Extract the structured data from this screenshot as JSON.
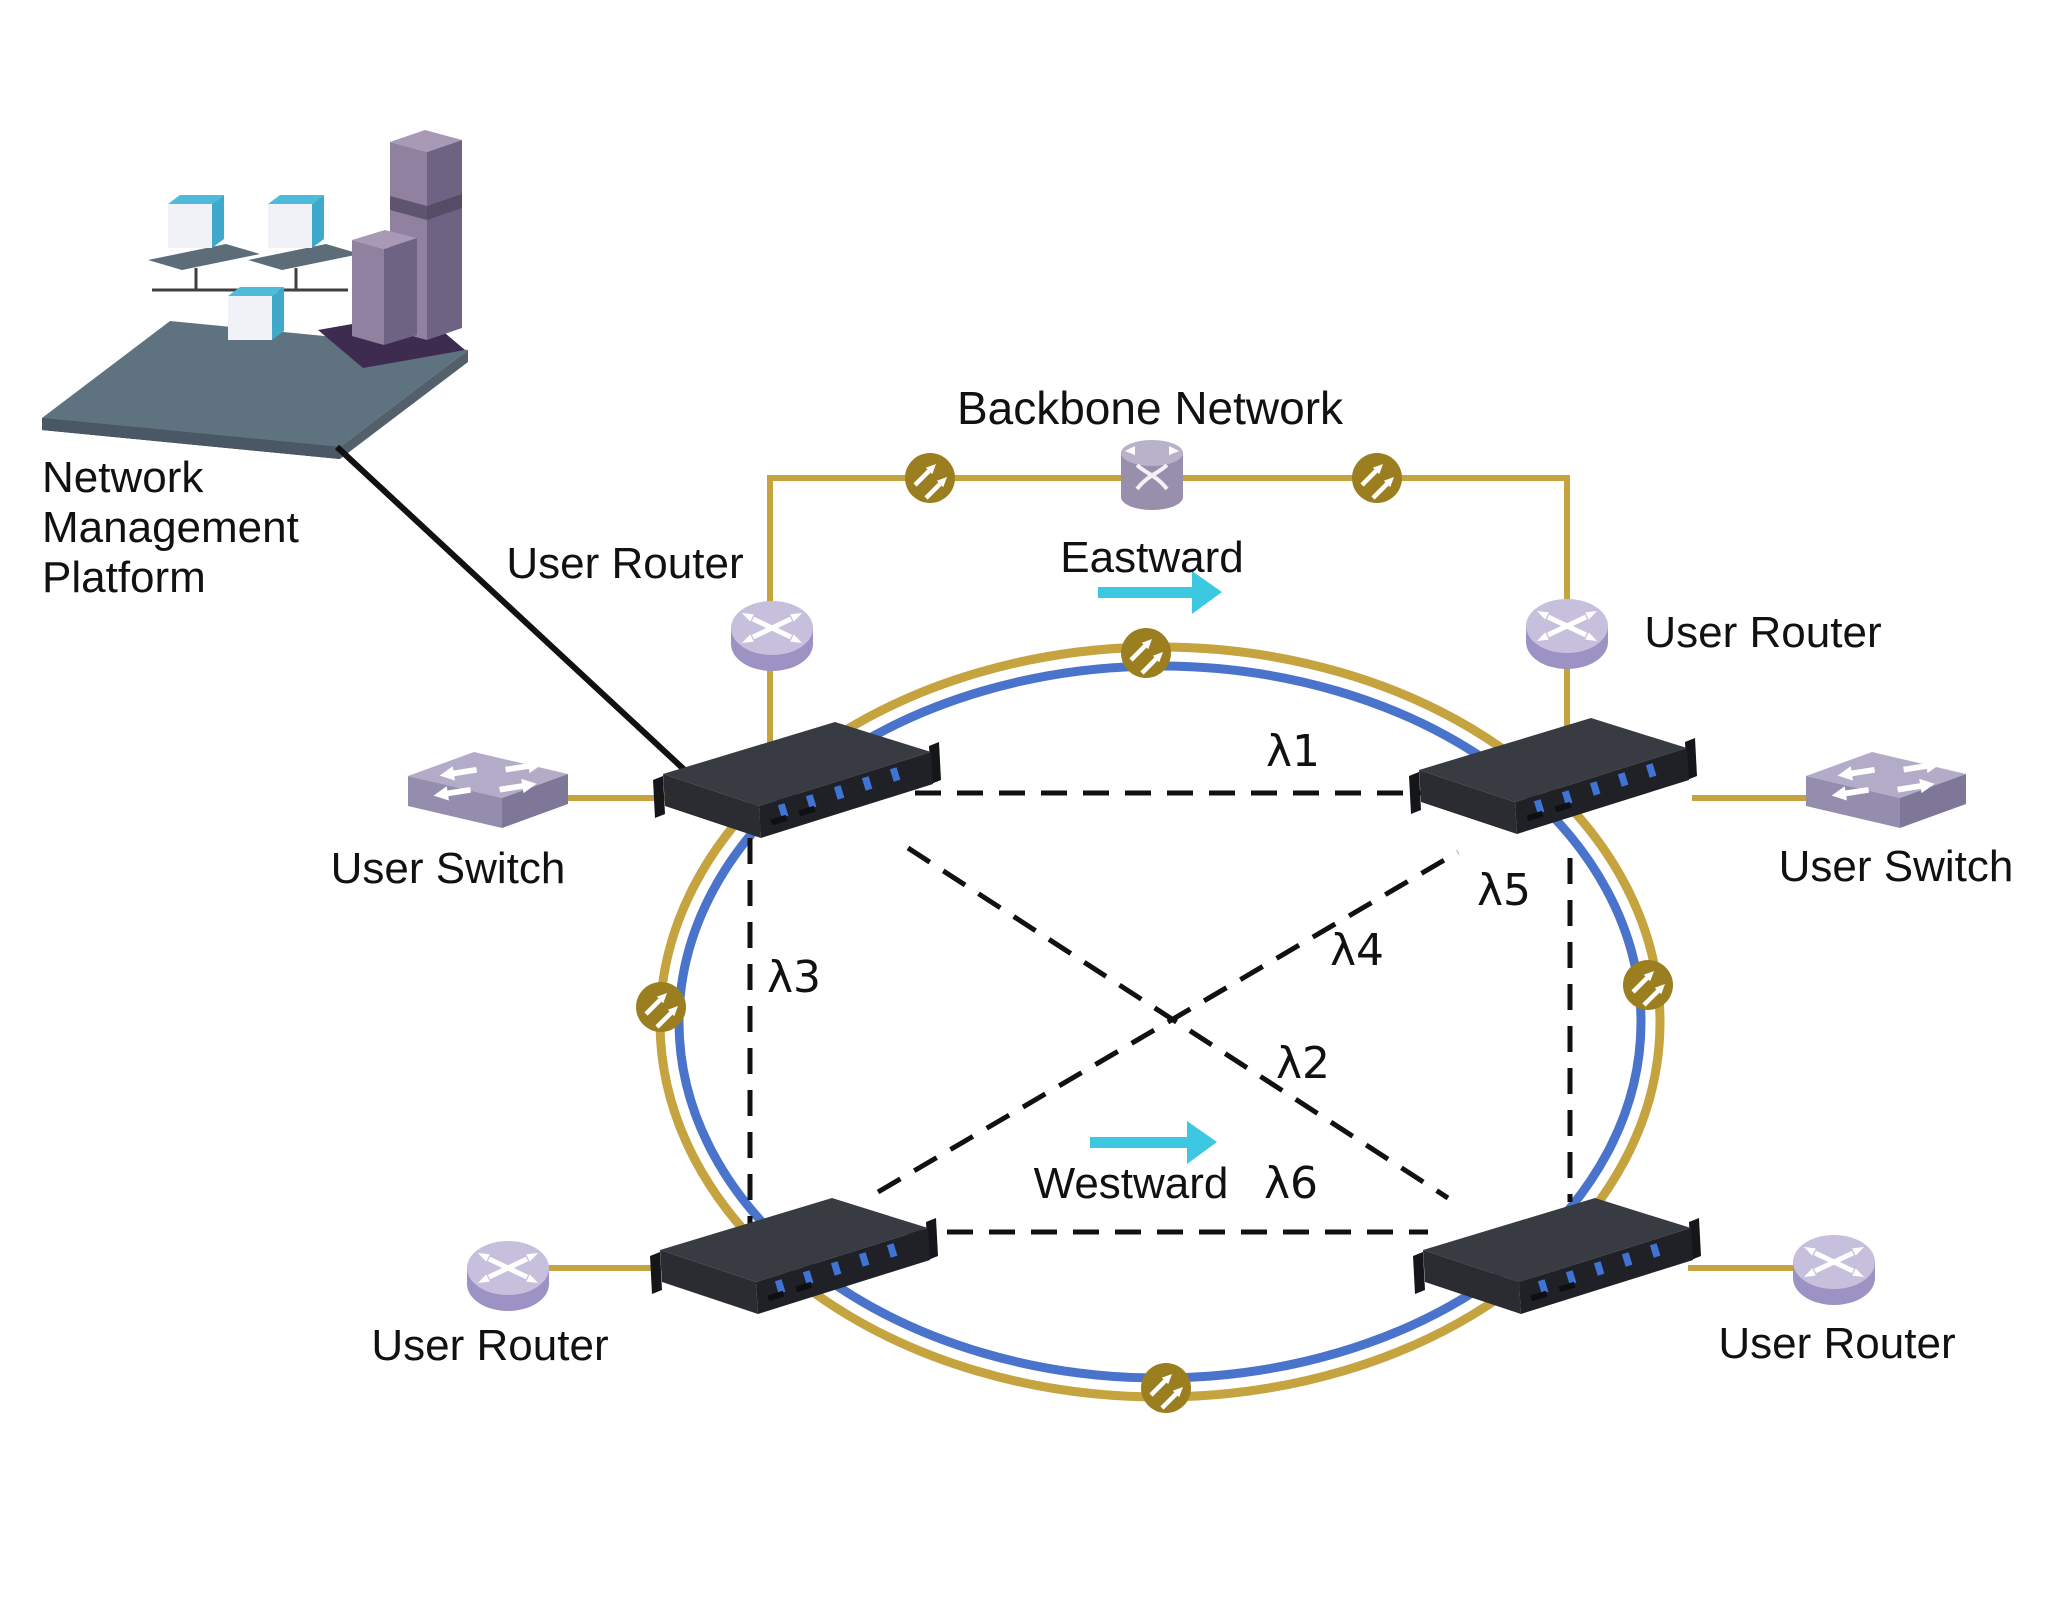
{
  "diagram": {
    "title": "Backbone Network",
    "nmp": {
      "line1": "Network",
      "line2": "Management",
      "line3": "Platform"
    },
    "directions": {
      "eastward": "Eastward",
      "westward": "Westward"
    },
    "node_labels": {
      "user_router": "User Router",
      "user_switch": "User Switch"
    },
    "wavelengths": [
      "λ1",
      "λ2",
      "λ3",
      "λ4",
      "λ5",
      "λ6"
    ],
    "icons": {
      "amplifier": "optical-amplifier-icon",
      "backbone_router": "core-router-cylinder-icon",
      "user_router": "router-disk-icon",
      "user_switch": "switch-box-icon",
      "wdm_node": "wdm-oadm-rack-icon",
      "management_platform": "management-platform-icon",
      "direction_arrow": "direction-arrow-icon"
    },
    "colors": {
      "ring_outer_gold": "#C5A33E",
      "ring_inner_blue": "#4A73CB",
      "amplifier_gold": "#9A7E20",
      "direction_arrow_cyan": "#3CC8E0",
      "dashed_path_black": "#111111",
      "text": "#111111"
    }
  }
}
